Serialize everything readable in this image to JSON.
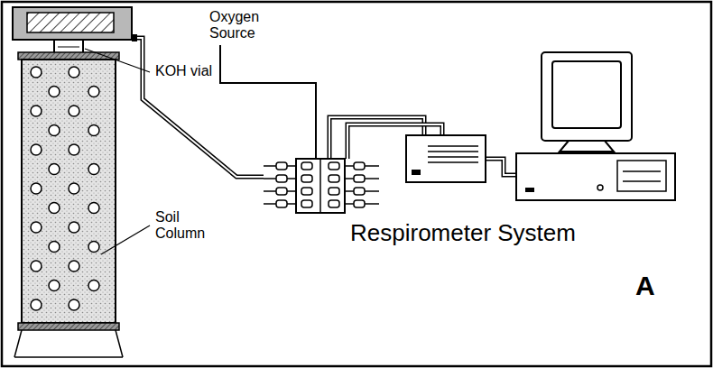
{
  "diagram": {
    "labels": [
      "Oxygen Source",
      "KOH vial",
      "Soil Column",
      "Respirometer System",
      "A"
    ]
  }
}
